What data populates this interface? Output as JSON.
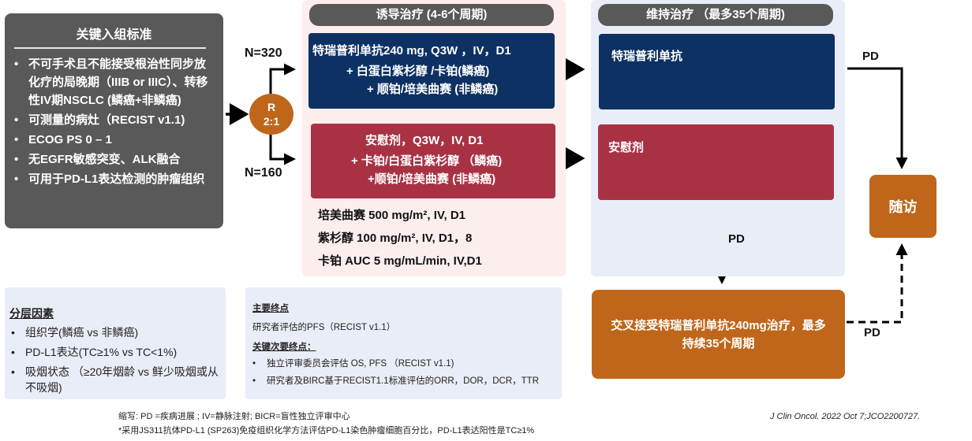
{
  "criteria": {
    "title": "关键入组标准",
    "items": [
      "不可手术且不能接受根治性同步放化疗的局晚期（IIIB or IIIC）、转移性IV期NSCLC (鳞癌+非鳞癌)",
      "可测量的病灶（RECIST v1.1)",
      "ECOG PS 0 – 1",
      "无EGFR敏感突变、ALK融合",
      "可用于PD-L1表达检测的肿瘤组织"
    ]
  },
  "randomization": {
    "line1": "R",
    "line2": "2:1",
    "n_top": "N=320",
    "n_bottom": "N=160"
  },
  "induction": {
    "header": "诱导治疗 (4-6个周期)",
    "arm_a": [
      "特瑞普利单抗240 mg, Q3W ，IV，D1",
      "+ 白蛋白紫杉醇 /卡铂(鳞癌)",
      "+ 顺铂/培美曲赛 (非鳞癌)"
    ],
    "arm_b": [
      "安慰剂，Q3W，IV, D1",
      "+ 卡铂/白蛋白紫杉醇 （鳞癌)",
      "+顺铂/培美曲赛 (非鳞癌)"
    ],
    "doses": [
      "培美曲赛 500 mg/m², IV, D1",
      "紫杉醇 100 mg/m², IV, D1，8",
      "卡铂 AUC 5 mg/mL/min, IV,D1"
    ]
  },
  "maintenance": {
    "header": "维持治疗 （最多35个周期)",
    "arm_a": "特瑞普利单抗",
    "arm_b": "安慰剂"
  },
  "followup": {
    "label": "随访"
  },
  "crossover": {
    "label": "交叉接受特瑞普利单抗240mg治疗，最多持续35个周期"
  },
  "pd_labels": {
    "top": "PD",
    "middle": "PD",
    "bottom": "PD"
  },
  "stratification": {
    "title": "分层因素",
    "items": [
      "组织学(鳞癌 vs 非鳞癌)",
      "PD-L1表达(TC≥1% vs TC<1%)",
      "吸烟状态 （≥20年烟龄 vs 鲜少吸烟或从不吸烟)"
    ]
  },
  "endpoints": {
    "primary_title": "主要终点",
    "primary_text": "研究者评估的PFS（RECIST v1.1）",
    "secondary_title": "关键次要终点：",
    "secondary_items": [
      "独立评审委员会评估 OS, PFS （RECIST v1.1)",
      "研究者及BIRC基于RECIST1.1标准评估的ORR，DOR，DCR，TTR"
    ]
  },
  "footnotes": {
    "abbrev": "缩写: PD =疾病进展 ; IV=静脉注射; BICR=盲性独立评审中心",
    "note": "*采用JS311抗体PD-L1 (SP263)免疫组织化学方法评估PD-L1染色肿瘤细胞百分比，PD-L1表达阳性是TC≥1%",
    "citation": "J Clin Oncol. 2022 Oct 7;JCO2200727."
  },
  "colors": {
    "navy": "#0d3163",
    "crimson": "#a83244",
    "orange": "#c0661a",
    "gray": "#595959"
  }
}
